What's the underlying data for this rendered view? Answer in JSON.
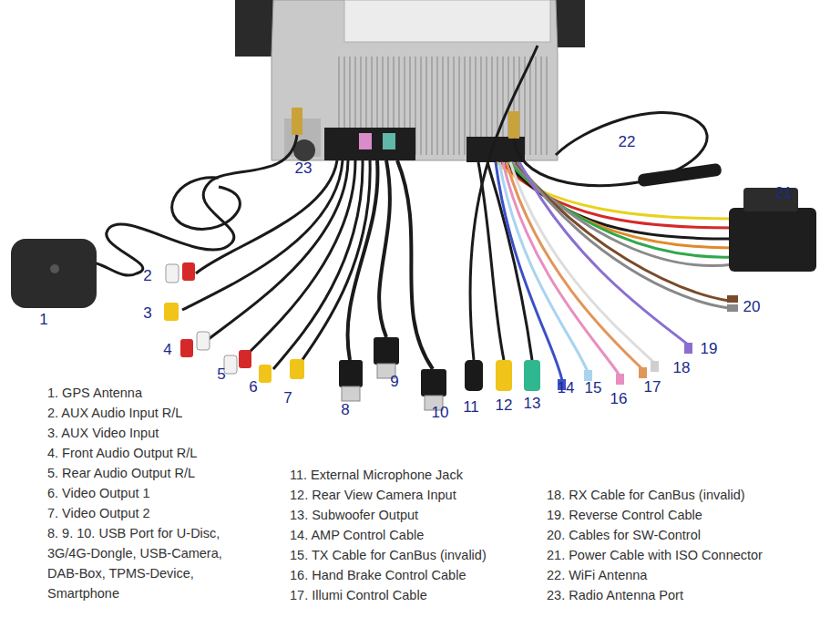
{
  "diagram": {
    "labels": [
      "1",
      "2",
      "3",
      "4",
      "5",
      "6",
      "7",
      "8",
      "9",
      "10",
      "11",
      "12",
      "13",
      "14",
      "15",
      "16",
      "17",
      "18",
      "19",
      "20",
      "21",
      "22",
      "23",
      "1. GPS Antenna",
      "2. AUX Audio Input R/L",
      "3. AUX Video Input",
      "4. Front Audio Output R/L",
      "5. Rear Audio Output R/L",
      "6. Video Output 1",
      "7. Video Output 2",
      "8. 9. 10. USB Port for U-Disc, 3G/4G-Dongle, USB-Camera, DAB-Box, TPMS-Device, Smartphone",
      "11. External Microphone Jack",
      "12. Rear View Camera Input",
      "13. Subwoofer Output",
      "14. AMP Control Cable",
      "15. TX Cable for CanBus (invalid)",
      "16. Hand Brake Control Cable",
      "17. Illumi Control Cable",
      "18. RX Cable for CanBus (invalid)",
      "19. Reverse Control Cable",
      "20. Cables for SW-Control",
      "21. Power Cable with ISO Connector",
      "22. WiFi Antenna",
      "23. Radio Antenna Port"
    ]
  }
}
